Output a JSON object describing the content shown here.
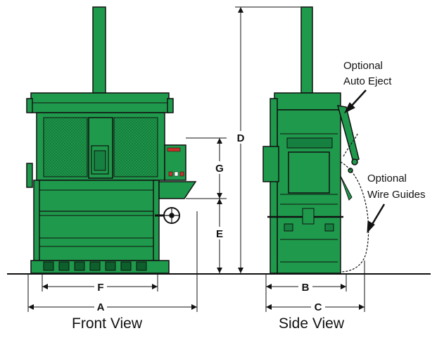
{
  "views": {
    "front": {
      "label": "Front View"
    },
    "side": {
      "label": "Side View"
    }
  },
  "dimensions": {
    "a": "A",
    "b": "B",
    "c": "C",
    "d": "D",
    "e": "E",
    "f": "F",
    "g": "G"
  },
  "callouts": {
    "auto_eject_line1": "Optional",
    "auto_eject_line2": "Auto Eject",
    "wire_guides_line1": "Optional",
    "wire_guides_line2": "Wire Guides"
  },
  "colors": {
    "machine_green": "#1f9a4c",
    "machine_dark": "#0d5f2c",
    "outline": "#111111",
    "control_red": "#c8302a"
  }
}
